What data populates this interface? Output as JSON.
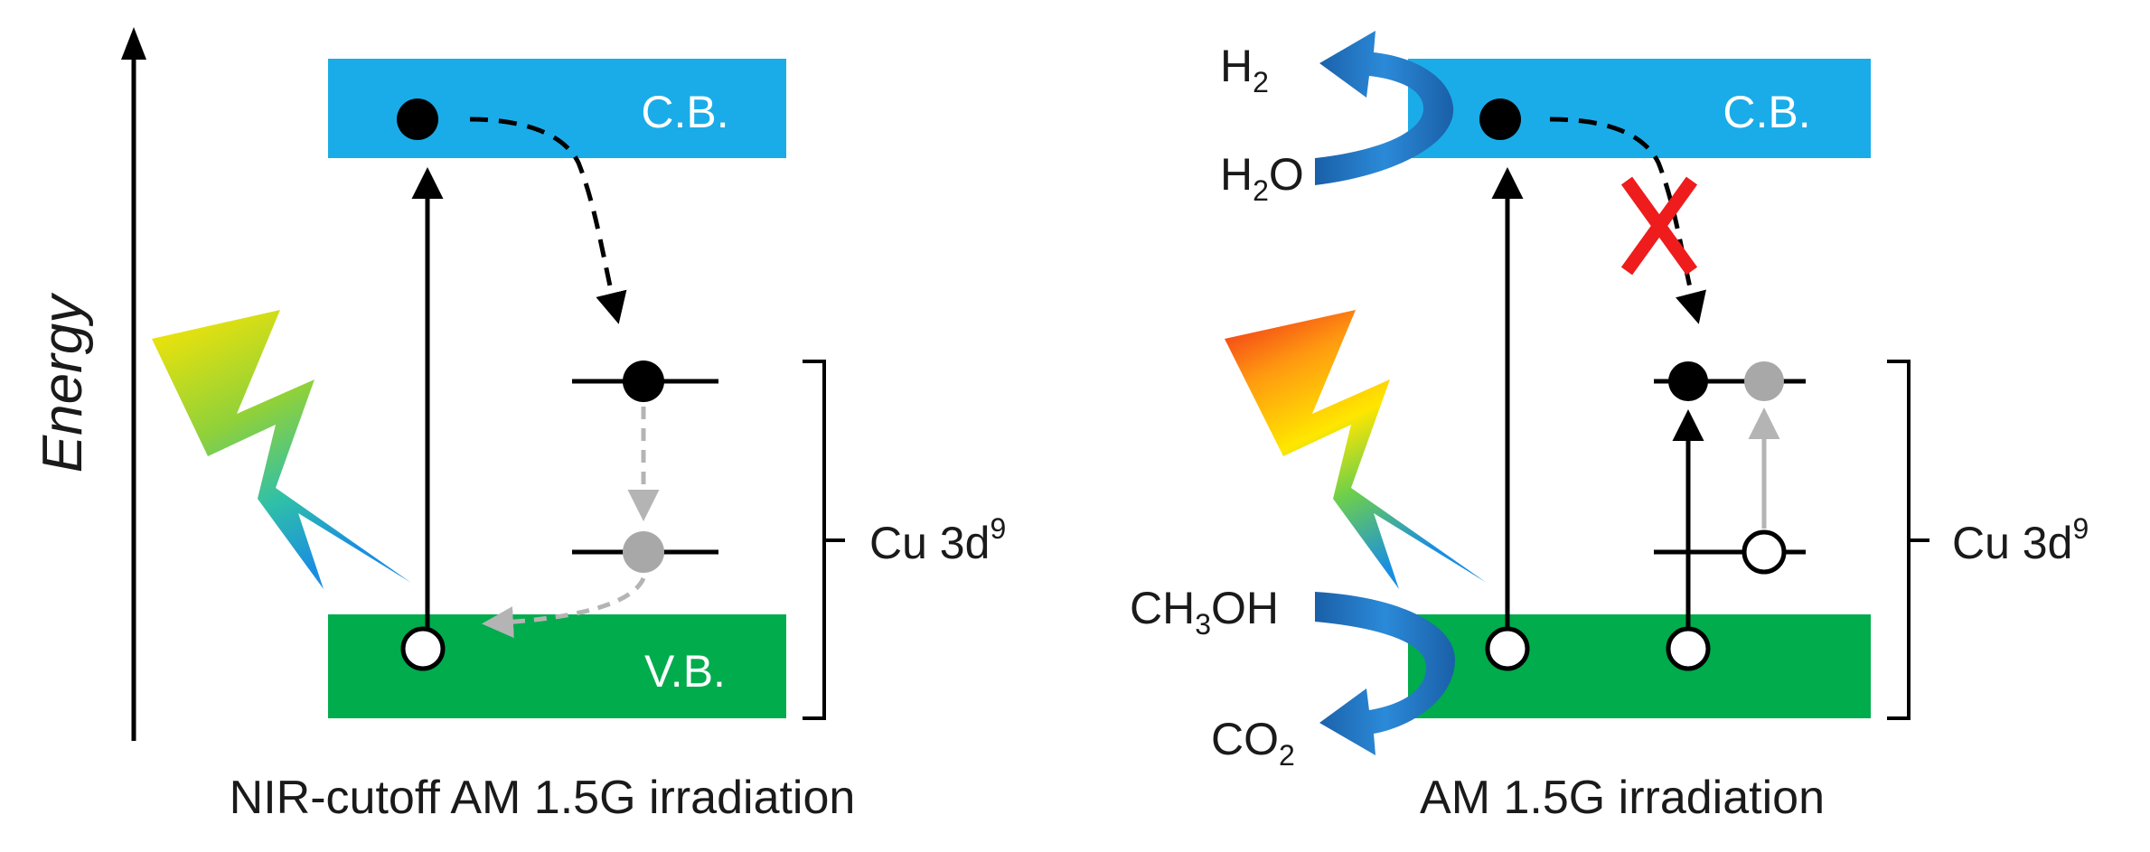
{
  "energy_axis": {
    "label": "Energy"
  },
  "left_panel": {
    "cb_label": "C.B.",
    "vb_label": "V.B.",
    "cu_label": {
      "main": "Cu 3d",
      "sup": "9"
    },
    "caption": "NIR-cutoff AM 1.5G irradiation"
  },
  "right_panel": {
    "cb_label": "C.B.",
    "cu_label": {
      "main": "Cu 3d",
      "sup": "9"
    },
    "caption": "AM 1.5G irradiation",
    "h2": {
      "main": "H",
      "sub": "2"
    },
    "h2o": {
      "main": "H",
      "sub": "2",
      "tail": "O"
    },
    "ch3oh": {
      "main": "CH",
      "sub": "3",
      "tail": "OH"
    },
    "co2": {
      "main": "CO",
      "sub": "2"
    }
  },
  "colors": {
    "conduction_band": "#1aace8",
    "valence_band": "#00ac4c",
    "electron": "#000000",
    "hole": "#ffffff",
    "grey_electron": "#a8a8a8",
    "grey_arrow": "#b4b4b4",
    "blocked_mark": "#ee1c1c",
    "reaction_arrow": "#1e6fb4"
  }
}
